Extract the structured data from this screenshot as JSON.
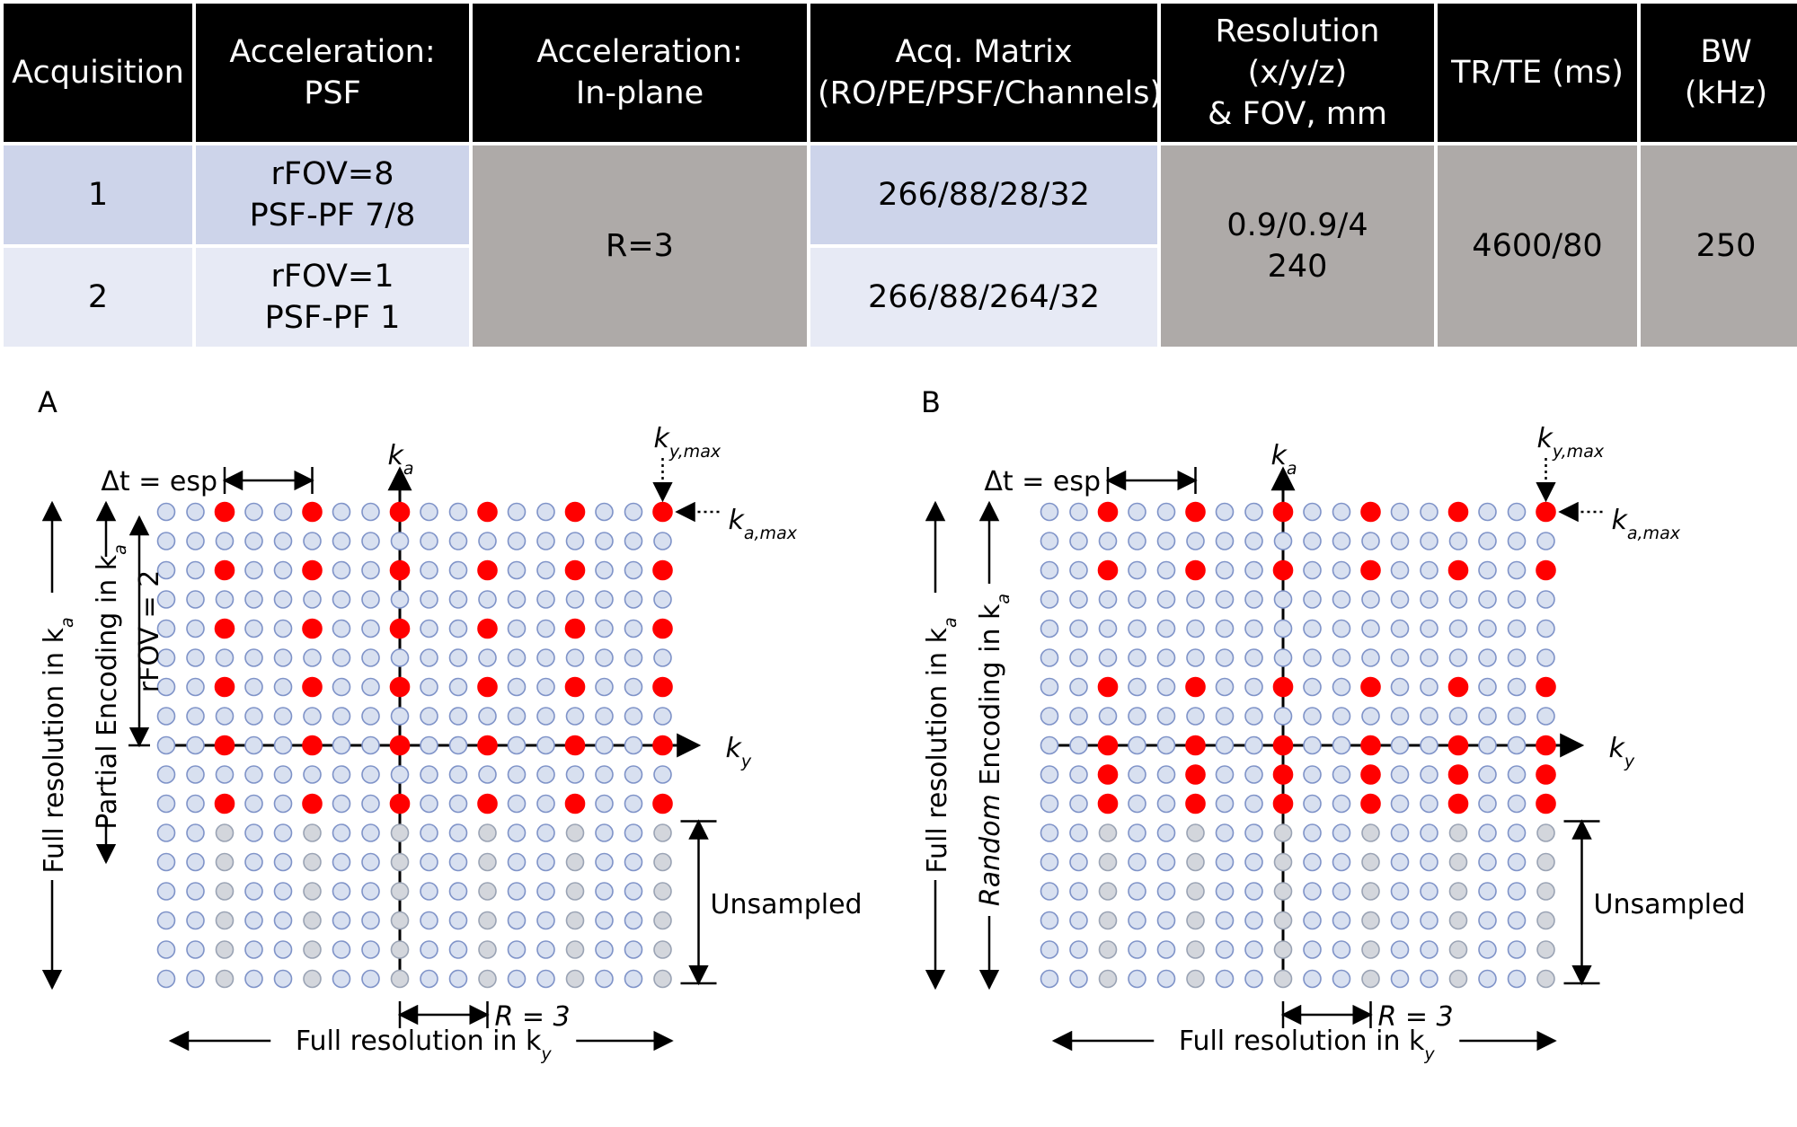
{
  "table": {
    "headers": [
      "Acquisition",
      "Acceleration:\nPSF",
      "Acceleration:\nIn-plane",
      "Acq. Matrix\n(RO/PE/PSF/Channels)",
      "Resolution\n(x/y/z)\n& FOV, mm",
      "TR/TE (ms)",
      "BW\n(kHz)"
    ],
    "rows": [
      {
        "acquisition": "1",
        "psf": "rFOV=8\nPSF-PF 7/8",
        "matrix": "266/88/28/32"
      },
      {
        "acquisition": "2",
        "psf": "rFOV=1\nPSF-PF 1",
        "matrix": "266/88/264/32"
      }
    ],
    "shared": {
      "inplane": "R=3",
      "resolution": "0.9/0.9/4\n240",
      "trte": "4600/80",
      "bw": "250"
    }
  },
  "panels": [
    {
      "letter": "A",
      "dt_label": "Δt = esp",
      "ka_label": "k",
      "ka_sub": "a",
      "ky_label": "k",
      "ky_sub": "y",
      "kymax_sub": "y,max",
      "kamax_sub": "a,max",
      "unsampled_label": "Unsampled",
      "r_label": "R = 3",
      "full_res_ky": "Full resolution in k",
      "full_res_ky_sub": "y",
      "full_res_ka": "Full resolution in k",
      "full_res_ka_sub": "a",
      "encoding_prefix": "",
      "encoding_label": "Partial Encoding in k",
      "encoding_sub": "a",
      "rfov_label": "rFOV = 2",
      "sampled_rows": [
        0,
        2,
        4,
        6,
        8,
        10
      ]
    },
    {
      "letter": "B",
      "dt_label": "Δt = esp",
      "ka_label": "k",
      "ka_sub": "a",
      "ky_label": "k",
      "ky_sub": "y",
      "kymax_sub": "y,max",
      "kamax_sub": "a,max",
      "unsampled_label": "Unsampled",
      "r_label": "R = 3",
      "full_res_ky": "Full resolution in k",
      "full_res_ky_sub": "y",
      "full_res_ka": "Full resolution in k",
      "full_res_ka_sub": "a",
      "encoding_prefix": "Random",
      "encoding_label": " Encoding in k",
      "encoding_sub": "a",
      "rfov_label": "",
      "sampled_rows": [
        0,
        2,
        6,
        8,
        9,
        10
      ]
    }
  ],
  "grid": {
    "columns": 18,
    "rows": 17,
    "sampled_columns": [
      2,
      5,
      8,
      11,
      14,
      17
    ],
    "ka_axis_column": 8,
    "ky_axis_row": 8,
    "unsampled_from_row": 11
  },
  "colors": {
    "sampled": "#ff0000",
    "dot_fill": "#d8e0f0",
    "dot_stroke": "#7f93c8",
    "unsampled_fill": "#d3d6dc",
    "unsampled_stroke": "#9aa3b4"
  }
}
